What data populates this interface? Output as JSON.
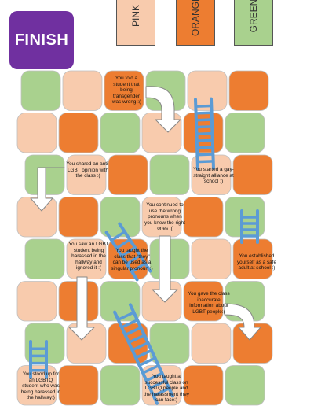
{
  "finish_label": "FINISH",
  "legend": [
    {
      "label": "PINK",
      "color": "#f8cbad"
    },
    {
      "label": "ORANGE",
      "color": "#ed7d31"
    },
    {
      "label": "GREEN",
      "color": "#a9d18e"
    }
  ],
  "colors": {
    "pink": "#f8cbad",
    "orange": "#ed7d31",
    "green": "#a9d18e",
    "ladder": "#5b9bd5",
    "chute": "#ffffff"
  },
  "board_rows": [
    [
      "green",
      "pink",
      "orange",
      "green",
      "pink",
      "orange"
    ],
    [
      "pink",
      "orange",
      "green",
      "pink",
      "orange",
      "green"
    ],
    [
      "green",
      "pink",
      "orange",
      "green",
      "pink",
      "orange"
    ],
    [
      "pink",
      "orange",
      "green",
      "pink",
      "orange",
      "green"
    ],
    [
      "green",
      "pink",
      "orange",
      "green",
      "pink",
      "orange"
    ],
    [
      "pink",
      "orange",
      "green",
      "pink",
      "orange",
      "green"
    ],
    [
      "green",
      "pink",
      "orange",
      "green",
      "pink",
      "orange"
    ],
    [
      "pink",
      "orange",
      "green",
      "pink",
      "orange",
      "green"
    ]
  ],
  "messages": {
    "m1": "You told a student that being transgender was wrong :(",
    "m2": "You started a gay-straight alliance at school :)",
    "m3": "You shared an anti-LGBT opinion with the class :(",
    "m4": "You continued to use the wrong pronouns when you knew the right ones :(",
    "m5": "You saw an LGBT student being harassed in the hallway and ignored it :(",
    "m6": "You taught the class that \"they\" can be used as a singular pronoun :)",
    "m7": "You established yourself as a safe adult at school :)",
    "m8": "You gave the class inaccurate information about LGBT people:(",
    "m9": "You stood up for an LGBTQ student who was being harassed in the hallway:)",
    "m10": "You taught a successful class on LGBTQ people and the harassment they can face:)"
  }
}
